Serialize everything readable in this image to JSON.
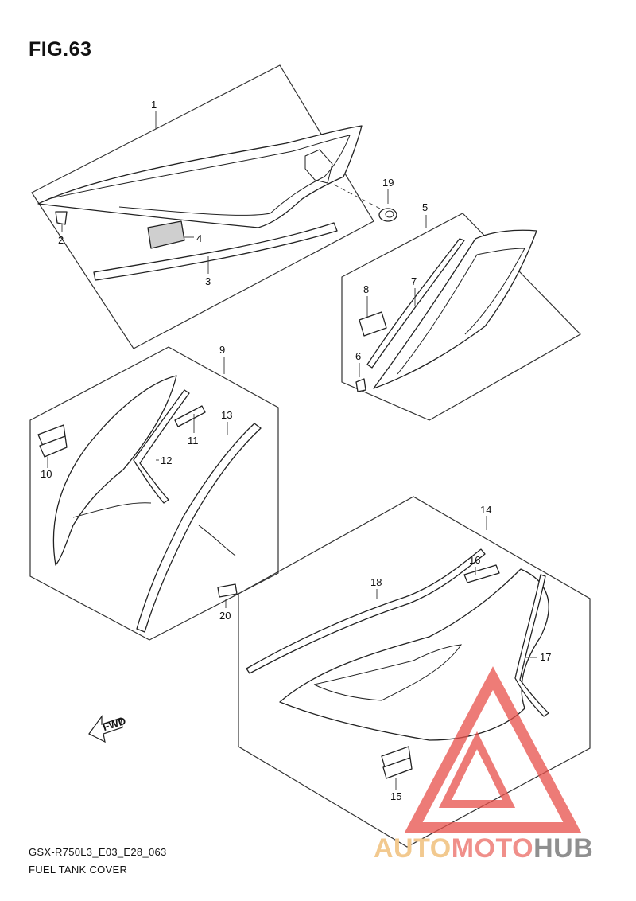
{
  "figure": {
    "title": "FIG.63",
    "model_code": "GSX-R750L3_E03_E28_063",
    "name": "FUEL TANK COVER"
  },
  "callouts": [
    "1",
    "2",
    "3",
    "4",
    "5",
    "6",
    "7",
    "8",
    "9",
    "10",
    "11",
    "12",
    "13",
    "14",
    "15",
    "16",
    "17",
    "18",
    "19",
    "20"
  ],
  "fwd_arrow": {
    "label": "FWD"
  },
  "watermark": {
    "part1": "AUTO",
    "part2": "MOTO",
    "part3": "HUB"
  },
  "colors": {
    "line": "#222222",
    "watermark_red": "#e8504a",
    "watermark_orange": "#f2c98f",
    "watermark_gray": "#8f8f8f"
  }
}
